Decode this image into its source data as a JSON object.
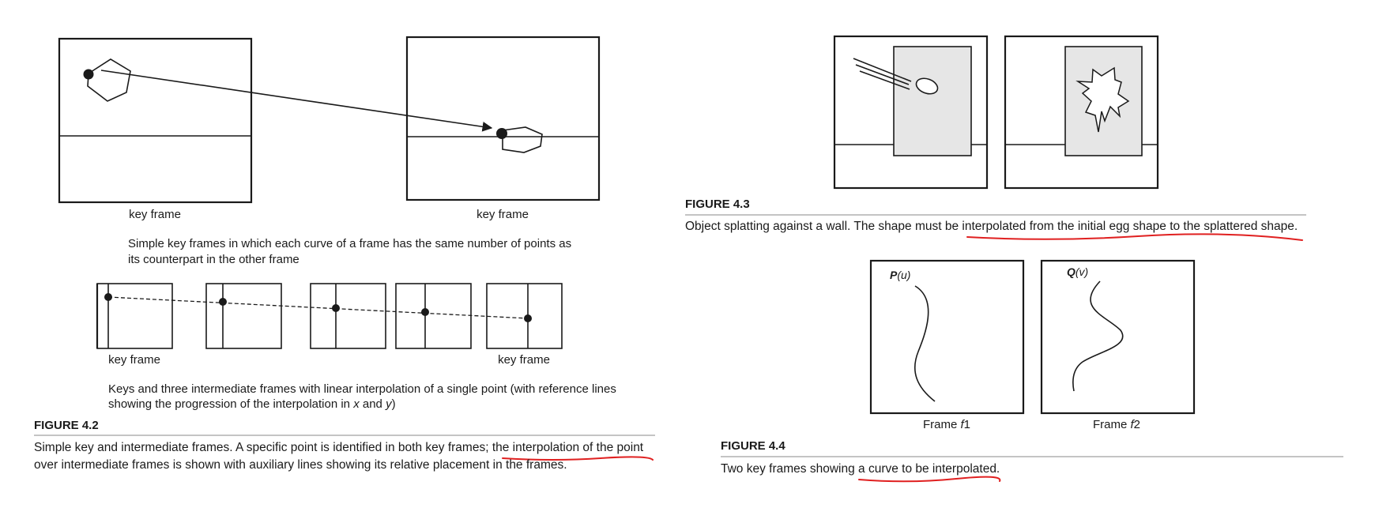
{
  "figure_4_2": {
    "top_labels": [
      "key frame",
      "key frame"
    ],
    "top_caption": [
      "Simple key frames in which each curve of a frame has the same number of points as",
      "its counterpart in the other frame"
    ],
    "strip_labels": [
      "key frame",
      "key frame"
    ],
    "strip_caption_line1": "Keys and three intermediate frames with linear interpolation of a single point (with reference lines",
    "strip_caption_line2_pre": "showing the progression of the interpolation in ",
    "strip_caption_x": "x",
    "strip_caption_and": " and ",
    "strip_caption_y": "y",
    "strip_caption_post": ")",
    "title": "FIGURE 4.2",
    "caption_line1_pre": "Simple key and intermediate frames. A specific point is identified in both key frames; ",
    "caption_line1_hl": "the interpolation of the point",
    "caption_line2": "over intermediate frames is shown with auxiliary lines showing its relative placement in the frames."
  },
  "figure_4_3": {
    "title": "FIGURE 4.3",
    "caption_pre": "Object splatting against a wall. The shape must be ",
    "caption_hl": "interpolated from the initial egg shape to the splattered shape."
  },
  "figure_4_4": {
    "curve1_letter": "P",
    "curve1_arg": "(u)",
    "curve2_letter": "Q",
    "curve2_arg": "(v)",
    "frame1_label_pre": "Frame ",
    "frame1_label_f": "f",
    "frame1_label_num": "1",
    "frame2_label_pre": "Frame ",
    "frame2_label_f": "f",
    "frame2_label_num": "2",
    "title": "FIGURE 4.4",
    "caption_pre": "Two key frames showing ",
    "caption_hl": "a curve to be interpolated."
  },
  "colors": {
    "ink": "#1a1a1a",
    "wall_fill": "#e6e6e6",
    "annotation_red": "#e02020"
  }
}
